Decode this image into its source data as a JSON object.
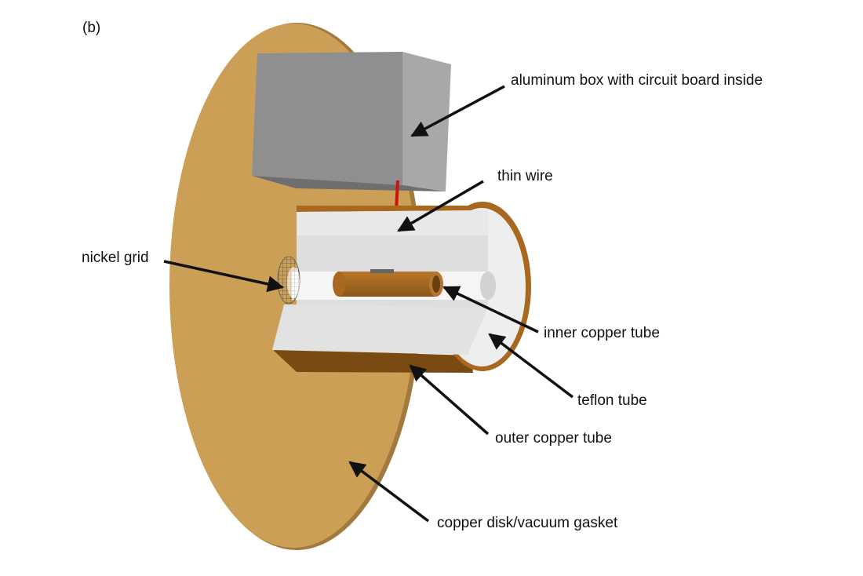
{
  "figure": {
    "panel_label": "(b)",
    "labels": {
      "aluminum_box": "aluminum box with circuit board inside",
      "thin_wire": "thin wire",
      "nickel_grid": "nickel grid",
      "inner_copper_tube": "inner copper tube",
      "teflon_tube": "teflon tube",
      "outer_copper_tube": "outer copper tube",
      "copper_disk": "copper disk/vacuum gasket"
    }
  },
  "colors": {
    "copper_disk": "#cc9f57",
    "copper_tube": "#a9681f",
    "copper_tube_dark": "#7a4a13",
    "teflon": "#e5e5e5",
    "aluminum": "#8f8f8f",
    "wire": "#cc1111",
    "arrow": "#111111"
  }
}
